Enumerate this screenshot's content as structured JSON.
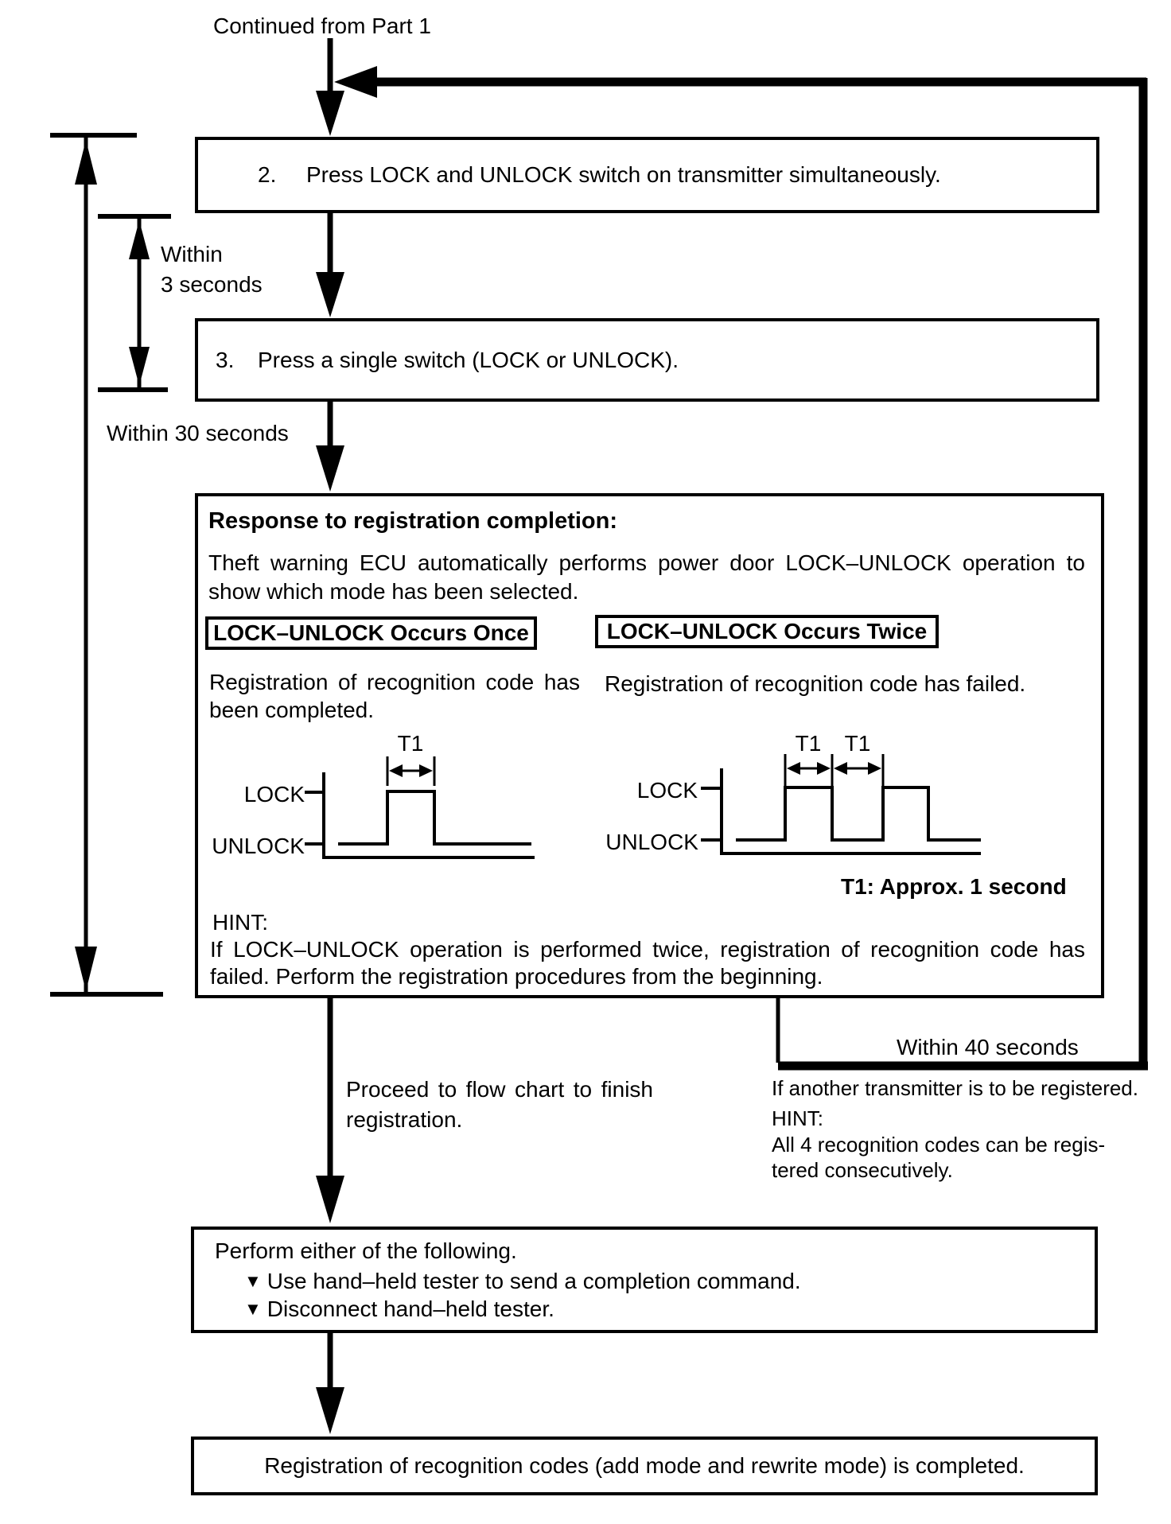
{
  "colors": {
    "ink": "#000000",
    "paper": "#ffffff"
  },
  "header": {
    "continued_from": "Continued from Part 1"
  },
  "steps": {
    "step2_number": "2.",
    "step2_text": "Press LOCK and UNLOCK switch on transmitter simultaneously.",
    "step3_number": "3.",
    "step3_text": "Press a single switch (LOCK or UNLOCK)."
  },
  "timing": {
    "within3_line1": "Within",
    "within3_line2": "3 seconds",
    "within30": "Within 30 seconds",
    "within40": "Within 40 seconds"
  },
  "response": {
    "title": "Response to registration completion:",
    "body_line1": "Theft warning ECU automatically performs power door LOCK–UNLOCK operation to",
    "body_line2": "show which mode has been selected.",
    "once_label": "LOCK–UNLOCK Occurs Once",
    "once_desc_line1": "Registration of recognition code has",
    "once_desc_line2": "been completed.",
    "twice_label": "LOCK–UNLOCK Occurs Twice",
    "twice_desc": "Registration of recognition code has failed.",
    "t1_note": "T1: Approx. 1 second",
    "hint_label": "HINT:",
    "hint_line1": "If LOCK–UNLOCK operation is performed twice, registration of recognition code has",
    "hint_line2": "failed. Perform the registration procedures from the beginning."
  },
  "waveform": {
    "lock_label": "LOCK",
    "unlock_label": "UNLOCK",
    "t1_label": "T1"
  },
  "branch": {
    "proceed_line1": "Proceed to flow chart to finish",
    "proceed_line2": "registration.",
    "another_transmitter": "If another transmitter is to be registered.",
    "hint_label": "HINT:",
    "hint_line1": "All 4 recognition codes can be regis-",
    "hint_line2": "tered consecutively."
  },
  "finish": {
    "perform_title": "Perform either of the following.",
    "bullet_marker": "▼",
    "perform_item1": "Use hand–held tester to send a completion command.",
    "perform_item2": "Disconnect hand–held tester.",
    "completed_text": "Registration of recognition codes (add mode and rewrite mode) is completed."
  }
}
